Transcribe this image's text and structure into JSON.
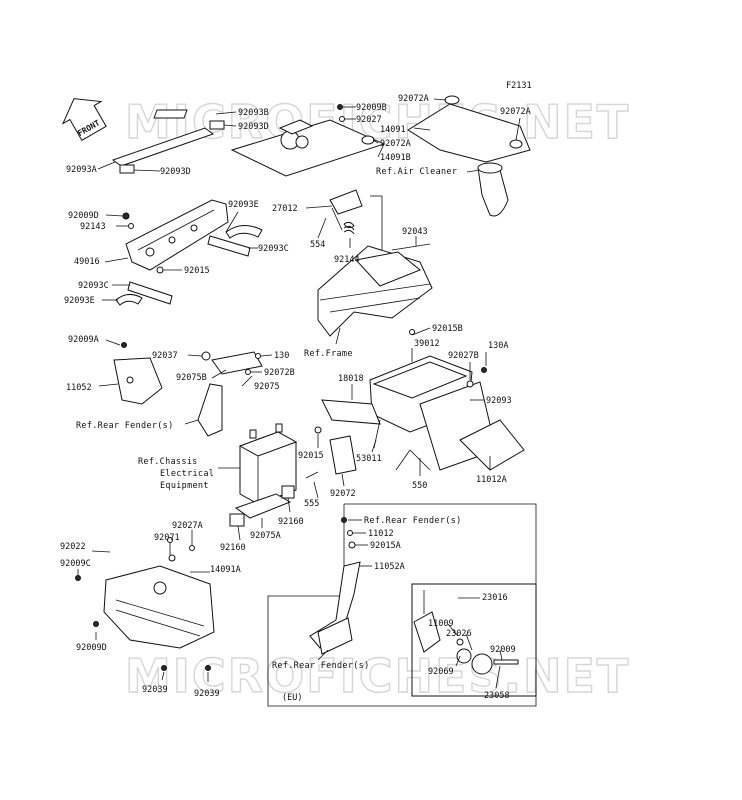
{
  "figure_code": "F2131",
  "front_label": "FRONT",
  "watermark": "MICROFICHES.NET",
  "eu_label": "(EU)",
  "labels": {
    "p92093B": "92093B",
    "p92093D_top": "92093D",
    "p92093A": "92093A",
    "p92093D_mid": "92093D",
    "p92009D": "92009D",
    "p92143": "92143",
    "p49016": "49016",
    "p92015": "92015",
    "p92093C_left": "92093C",
    "p92093E_left": "92093E",
    "p92093E_right": "92093E",
    "p92093C_right": "92093C",
    "p92009B": "92009B",
    "p92027": "92027",
    "p92072A_top": "92072A",
    "p92072A_right": "92072A",
    "p14091": "14091",
    "p92072A_mid": "92072A",
    "p14091B": "14091B",
    "p27012": "27012",
    "p554": "554",
    "p92144": "92144",
    "p92043": "92043",
    "p92009A": "92009A",
    "p92037": "92037",
    "p130": "130",
    "p92072B": "92072B",
    "p92075B": "92075B",
    "p92075": "92075",
    "p11052": "11052",
    "p92015B": "92015B",
    "p39012": "39012",
    "p92027B": "92027B",
    "p130A": "130A",
    "p18018": "18018",
    "p92093": "92093",
    "p92015_mid": "92015",
    "p53011": "53011",
    "p550": "550",
    "p11012A": "11012A",
    "p92072": "92072",
    "p555": "555",
    "p92160_right": "92160",
    "p92075A": "92075A",
    "p92160_left": "92160",
    "p92027A": "92027A",
    "p92071": "92071",
    "p92022": "92022",
    "p92009C": "92009C",
    "p14091A": "14091A",
    "p92009D_low": "92009D",
    "p92039_left": "92039",
    "p92039_right": "92039",
    "p11012": "11012",
    "p92015A": "92015A",
    "p11052A": "11052A",
    "p23016": "23016",
    "p11009": "11009",
    "p23026": "23026",
    "p92009": "92009",
    "p92069": "92069",
    "p23058": "23058"
  },
  "refs": {
    "air_cleaner": "Ref.Air Cleaner",
    "frame": "Ref.Frame",
    "rear_fender_left": "Ref.Rear Fender(s)",
    "chassis_line1": "Ref.Chassis",
    "chassis_line2": "Electrical",
    "chassis_line3": "Equipment",
    "rear_fender_eu_top": "Ref.Rear Fender(s)",
    "rear_fender_eu_bottom": "Ref.Rear Fender(s)"
  }
}
